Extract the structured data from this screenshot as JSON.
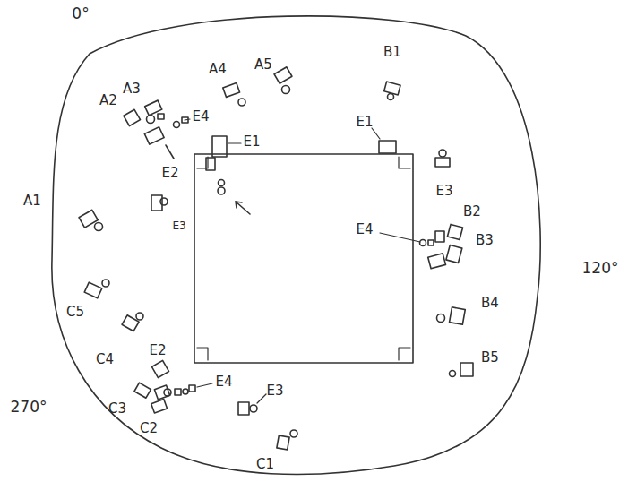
{
  "diagram": {
    "labels": [
      "0°",
      "B1",
      "A4",
      "A5",
      "A2",
      "A3",
      "E4",
      "E1",
      "E1",
      "E2",
      "E3",
      "E3",
      "B2",
      "A1",
      "E4",
      "B3",
      "120°",
      "C5",
      "B4",
      "C4",
      "E2",
      "B5",
      "E4",
      "270°",
      "C3",
      "C2",
      "E3",
      "C1"
    ]
  }
}
